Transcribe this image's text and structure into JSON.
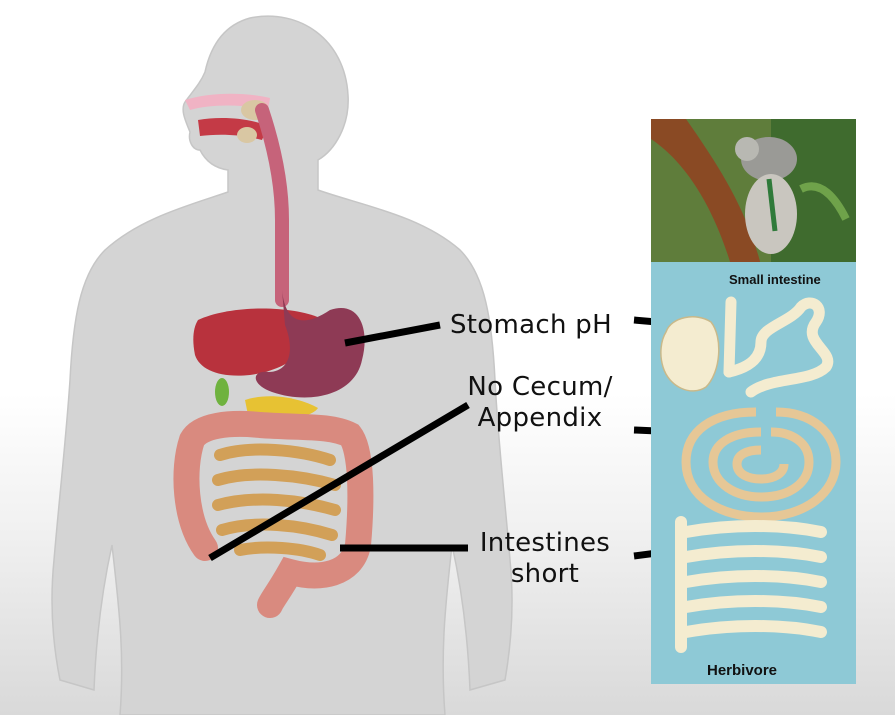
{
  "labels": {
    "stomach": "Stomach pH",
    "cecum_line1": "No Cecum/",
    "cecum_line2": "Appendix",
    "intestines_line1": "Intestines",
    "intestines_line2": "short"
  },
  "herbivore_panel": {
    "small_intestine": "Small intestine",
    "caption": "Herbivore"
  },
  "colors": {
    "body": "#d4d4d4",
    "liver": "#b8323d",
    "stomach": "#8e3a55",
    "esophagus": "#c6637a",
    "colon": "#d98a7f",
    "small_intestine": "#d2a058",
    "pancreas": "#e7c233",
    "gallbladder": "#6fb23f",
    "herbivore_bg": "#8ec9d6",
    "herbivore_gut": "#f4ecd0"
  }
}
